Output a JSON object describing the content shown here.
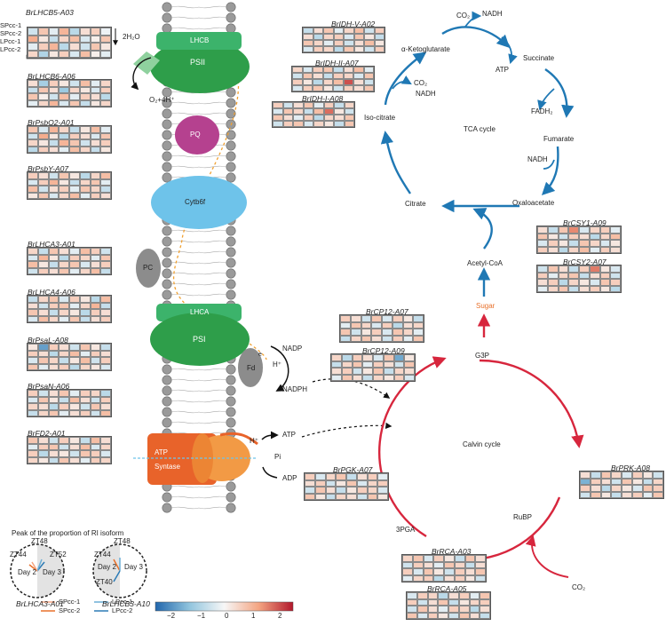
{
  "membrane": {
    "lhcb": "LHCB",
    "psii": "PSII",
    "pq": "PQ",
    "cytb6f": "Cytb6f",
    "pc": "PC",
    "lhca": "LHCA",
    "psi": "PSI",
    "fd": "Fd",
    "e": "e",
    "atp_syn_1": "ATP",
    "atp_syn_2": "Syntase",
    "hplus_syn": "H⁺",
    "water": "2H₂O",
    "oxygen": "O₂+4H⁺",
    "nadp": "NADP",
    "hplus_fd": "H⁺",
    "nadph": "NADPH",
    "atp": "ATP",
    "pi": "Pi",
    "adp": "ADP"
  },
  "tca": {
    "akg": "α-Ketoglutarate",
    "co2_a": "CO₂",
    "nadh_a": "NADH",
    "succinate": "Succinate",
    "atp": "ATP",
    "fadh2": "FADH₂",
    "fumarate": "Fumarate",
    "nadh_b": "NADH",
    "oxaloacetate": "Oxaloacetate",
    "citrate": "Citrate",
    "isocitrate": "Iso-citrate",
    "co2_b": "CO₂",
    "nadh_c": "NADH",
    "title": "TCA cycle",
    "acetylcoa": "Acetyl-CoA"
  },
  "calvin": {
    "sugar": "Sugar",
    "g3p": "G3P",
    "title": "Calvin cycle",
    "rubp": "RuBP",
    "pga": "3PGA",
    "co2": "CO₂"
  },
  "rowlabels": [
    "SPcc-1",
    "SPcc-2",
    "LPcc-1",
    "LPcc-2"
  ],
  "heatmaps": [
    {
      "gene": "BrLHCB5-A03",
      "cells": [
        -0.4,
        0.6,
        -0.2,
        0.8,
        -0.6,
        0.3,
        0.5,
        -0.1,
        0.9,
        0.2,
        -0.5,
        0.4,
        0.7,
        -0.3,
        0.1,
        0.6,
        -0.2,
        0.5,
        0.8,
        -0.6,
        0.3,
        -0.4,
        0.6,
        0.2,
        0.4,
        -0.7,
        0.2,
        0.5,
        -0.3,
        0.7,
        0.1,
        -0.2
      ]
    },
    {
      "gene": "BrLHCB6-A06",
      "cells": [
        0.3,
        -0.8,
        0.5,
        0.2,
        -0.4,
        0.7,
        -0.2,
        0.4,
        -0.5,
        0.6,
        0.3,
        -0.9,
        0.4,
        0.2,
        -0.3,
        0.5,
        0.6,
        0.1,
        -0.4,
        0.7,
        -0.2,
        0.5,
        0.3,
        -0.6,
        -0.2,
        0.4,
        0.8,
        -0.3,
        0.6,
        -0.5,
        0.2,
        0.4
      ]
    },
    {
      "gene": "BrPsbO2-A01",
      "cells": [
        0.6,
        -0.3,
        0.8,
        0.4,
        -0.5,
        0.2,
        0.7,
        -0.2,
        -0.4,
        0.9,
        0.2,
        -0.6,
        0.5,
        0.3,
        -0.3,
        0.6,
        0.4,
        0.2,
        -0.5,
        0.8,
        0.6,
        -0.4,
        0.3,
        0.5,
        -0.6,
        0.5,
        0.3,
        -0.2,
        0.7,
        0.4,
        -0.5,
        0.2
      ]
    },
    {
      "gene": "BrPsbY-A07",
      "cells": [
        0.5,
        0.3,
        -0.4,
        0.6,
        0.2,
        -0.6,
        0.4,
        0.7,
        -0.3,
        0.5,
        0.8,
        0.2,
        -0.5,
        0.4,
        0.6,
        -0.2,
        0.7,
        -0.4,
        0.3,
        0.5,
        -0.2,
        0.6,
        0.4,
        -0.5,
        0.2,
        0.6,
        -0.3,
        0.4,
        0.7,
        -0.2,
        0.5,
        0.3
      ]
    },
    {
      "gene": "BrLHCA3-A01",
      "cells": [
        0.4,
        -0.5,
        0.6,
        0.3,
        -0.2,
        0.7,
        0.5,
        -0.4,
        -0.3,
        0.8,
        0.2,
        -0.6,
        0.5,
        0.4,
        -0.2,
        0.6,
        0.7,
        0.2,
        -0.5,
        0.4,
        0.6,
        -0.3,
        0.3,
        0.5,
        -0.4,
        0.5,
        0.3,
        0.6,
        -0.2,
        0.4,
        0.7,
        -0.5
      ]
    },
    {
      "gene": "BrLHCA4-A06",
      "cells": [
        -0.5,
        0.4,
        0.6,
        -0.3,
        0.5,
        0.2,
        -0.6,
        0.7,
        0.3,
        -0.4,
        0.5,
        0.6,
        -0.2,
        0.4,
        0.8,
        -0.5,
        0.6,
        0.3,
        -0.5,
        0.4,
        0.2,
        -0.6,
        0.5,
        0.3,
        -0.3,
        0.7,
        0.4,
        -0.2,
        0.6,
        -0.5,
        0.3,
        0.5
      ]
    },
    {
      "gene": "BrPsaL-A08",
      "cells": [
        0.2,
        -1.4,
        0.5,
        0.3,
        -0.4,
        0.6,
        0.2,
        -0.5,
        0.5,
        0.3,
        -0.6,
        0.4,
        0.7,
        -0.2,
        0.5,
        0.3,
        -0.3,
        0.6,
        0.4,
        -0.5,
        0.2,
        0.7,
        -0.4,
        0.5,
        0.6,
        -0.2,
        0.3,
        0.5,
        -0.6,
        0.4,
        0.2,
        -0.3
      ]
    },
    {
      "gene": "BrPsaN-A06",
      "cells": [
        0.5,
        -0.4,
        0.3,
        0.6,
        -0.2,
        0.5,
        0.4,
        -0.6,
        -0.3,
        0.6,
        0.2,
        -0.5,
        0.7,
        0.3,
        -0.4,
        0.5,
        0.4,
        0.3,
        -0.6,
        0.5,
        0.2,
        -0.4,
        0.6,
        0.3,
        -0.5,
        0.4,
        0.6,
        -0.2,
        0.3,
        0.5,
        -0.4,
        0.7
      ]
    },
    {
      "gene": "BrFD2-A01",
      "cells": [
        0.6,
        0.3,
        -0.4,
        0.5,
        0.2,
        -0.5,
        0.7,
        0.3,
        -0.2,
        0.5,
        0.6,
        -0.4,
        0.3,
        0.7,
        -0.3,
        0.4,
        0.5,
        -0.6,
        0.3,
        0.2,
        -0.4,
        0.6,
        0.5,
        -0.3,
        0.4,
        0.2,
        -0.5,
        0.6,
        0.3,
        -0.2,
        0.5,
        0.4
      ]
    },
    {
      "gene": "BrIDH-V-A02",
      "cells": [
        -0.5,
        0.3,
        0.6,
        -0.2,
        0.4,
        0.7,
        -0.4,
        0.5,
        0.3,
        -0.6,
        0.4,
        0.5,
        -0.3,
        0.6,
        0.2,
        -0.5,
        0.6,
        0.4,
        -0.2,
        0.5,
        -0.4,
        0.3,
        0.7,
        0.2,
        -0.3,
        0.5,
        0.4,
        -0.6,
        0.6,
        0.2,
        -0.4,
        0.5
      ]
    },
    {
      "gene": "BrIDH-II-A07",
      "cells": [
        0.4,
        -0.3,
        0.5,
        0.6,
        -0.5,
        0.3,
        0.7,
        -0.2,
        -0.4,
        0.6,
        0.3,
        -0.5,
        0.5,
        0.4,
        -0.3,
        0.6,
        0.5,
        0.2,
        -0.6,
        0.4,
        0.7,
        1.6,
        0.3,
        -0.4,
        -0.3,
        0.5,
        0.6,
        0.2,
        -0.4,
        0.5,
        0.3,
        0.6
      ]
    },
    {
      "gene": "BrIDH-I-A08",
      "cells": [
        0.5,
        -0.4,
        0.3,
        0.6,
        -0.2,
        0.5,
        -0.5,
        0.4,
        -0.3,
        0.6,
        0.4,
        -0.5,
        0.7,
        1.4,
        0.2,
        -0.4,
        0.6,
        0.3,
        -0.2,
        0.5,
        -0.6,
        0.4,
        0.3,
        0.6,
        -0.4,
        0.5,
        0.6,
        -0.3,
        0.4,
        0.2,
        -0.5,
        0.6
      ]
    },
    {
      "gene": "BrCSY1-A09",
      "cells": [
        0.3,
        -0.5,
        0.6,
        1.2,
        -0.3,
        0.4,
        0.5,
        -0.2,
        0.6,
        0.2,
        -0.4,
        0.5,
        0.3,
        -0.6,
        0.4,
        0.7,
        -0.3,
        0.5,
        0.2,
        -0.5,
        0.6,
        0.4,
        -0.3,
        0.2,
        0.5,
        0.3,
        -0.6,
        0.4,
        0.7,
        -0.2,
        0.5,
        0.3
      ]
    },
    {
      "gene": "BrCSY2-A07",
      "cells": [
        -0.4,
        0.6,
        0.3,
        -0.5,
        0.5,
        1.3,
        0.2,
        -0.3,
        0.5,
        -0.2,
        0.4,
        0.6,
        -0.5,
        0.3,
        0.5,
        -0.4,
        0.3,
        0.5,
        -0.6,
        0.4,
        0.2,
        -0.3,
        0.6,
        0.5,
        -0.2,
        0.4,
        0.6,
        -0.5,
        0.3,
        0.5,
        0.2,
        -0.6
      ]
    },
    {
      "gene": "BrCP12-A07",
      "cells": [
        0.5,
        0.3,
        -0.4,
        0.6,
        -0.3,
        0.5,
        0.2,
        -0.5,
        -0.2,
        0.6,
        0.4,
        -0.3,
        0.5,
        -0.6,
        0.3,
        0.4,
        0.6,
        -0.4,
        0.2,
        0.5,
        -0.3,
        0.6,
        0.4,
        -0.2,
        -0.5,
        0.4,
        0.6,
        0.3,
        -0.4,
        0.5,
        -0.2,
        0.6
      ]
    },
    {
      "gene": "BrCP12-A09",
      "cells": [
        0.4,
        -0.6,
        0.5,
        0.3,
        -0.3,
        0.6,
        -1.3,
        0.2,
        -0.5,
        0.4,
        0.6,
        -0.2,
        0.5,
        0.3,
        -0.4,
        0.6,
        0.3,
        0.5,
        -0.4,
        0.2,
        0.6,
        -0.5,
        0.4,
        0.3,
        -0.2,
        0.6,
        0.3,
        -0.5,
        0.4,
        0.2,
        0.5,
        -0.3
      ]
    },
    {
      "gene": "BrPRK-A08",
      "cells": [
        0.3,
        -0.5,
        0.6,
        0.4,
        -0.3,
        0.5,
        0.2,
        -0.4,
        -1.2,
        0.5,
        0.3,
        -0.4,
        0.6,
        0.2,
        -0.5,
        0.4,
        0.5,
        0.3,
        -0.6,
        0.4,
        0.2,
        -0.3,
        0.6,
        0.5,
        -0.4,
        0.6,
        0.2,
        -0.5,
        0.3,
        0.5,
        -0.2,
        0.6
      ]
    },
    {
      "gene": "BrPGK-A07",
      "cells": [
        0.5,
        -0.3,
        0.4,
        0.6,
        -0.5,
        0.3,
        0.5,
        -0.2,
        0.3,
        0.5,
        -0.4,
        0.2,
        0.6,
        -0.3,
        0.4,
        0.5,
        -0.4,
        0.6,
        0.3,
        -0.5,
        0.2,
        0.5,
        0.4,
        -0.3,
        0.6,
        0.2,
        -0.5,
        0.4,
        0.3,
        -0.4,
        0.6,
        0.2
      ]
    },
    {
      "gene": "BrRCA-A03",
      "cells": [
        0.4,
        0.6,
        -0.3,
        0.5,
        0.2,
        -0.5,
        0.6,
        0.3,
        -0.4,
        0.5,
        0.3,
        -0.2,
        0.6,
        0.4,
        -0.5,
        0.3,
        0.5,
        -0.3,
        0.6,
        0.2,
        -0.4,
        0.5,
        0.3,
        0.6,
        -0.2,
        0.4,
        0.5,
        -0.6,
        0.3,
        0.5,
        0.2,
        -0.4
      ]
    },
    {
      "gene": "BrRCA-A05",
      "cells": [
        -0.3,
        0.5,
        0.4,
        -0.6,
        0.3,
        0.5,
        -0.2,
        0.6,
        0.5,
        -0.4,
        0.3,
        0.6,
        -0.5,
        0.2,
        0.4,
        0.5,
        -0.4,
        0.6,
        0.3,
        -0.2,
        0.5,
        0.4,
        -0.6,
        0.3,
        0.6,
        -0.3,
        0.5,
        0.2,
        -0.4,
        0.6,
        0.3,
        -0.5
      ]
    }
  ],
  "clocks": {
    "title": "Peak of the proportion of RI isoform",
    "left": {
      "gene": "BrLHCA3-A01",
      "zt_top": "ZT48",
      "zt_left": "ZT44",
      "zt_right": "ZT52",
      "day2": "Day 2",
      "day3": "Day 3"
    },
    "right": {
      "gene": "BrLHCB3-A10",
      "zt_top": "ZT48",
      "zt_left": "ZT44",
      "zt_bottom": "ZT40",
      "day2": "Day 2",
      "day3": "Day 3"
    }
  },
  "legend": [
    {
      "label": "SPcc-1",
      "color": "#f4a582"
    },
    {
      "label": "SPcc-2",
      "color": "#e8702a"
    },
    {
      "label": "LPcc-1",
      "color": "#6baed6"
    },
    {
      "label": "LPcc-2",
      "color": "#2c7bb6"
    }
  ],
  "colorbar": {
    "ticks": [
      "−2",
      "−1",
      "0",
      "1",
      "2"
    ],
    "range": [
      -2,
      2
    ]
  },
  "colors": {
    "calvin": "#d7263d",
    "tca": "#1f78b4",
    "sugar": "#e8702a",
    "psii": "#2e9e4a",
    "lhcb": "#3cb36b",
    "pq": "#b5418f",
    "cytb6f": "#6ec3ea",
    "atp_synthase": "#e8632a"
  }
}
